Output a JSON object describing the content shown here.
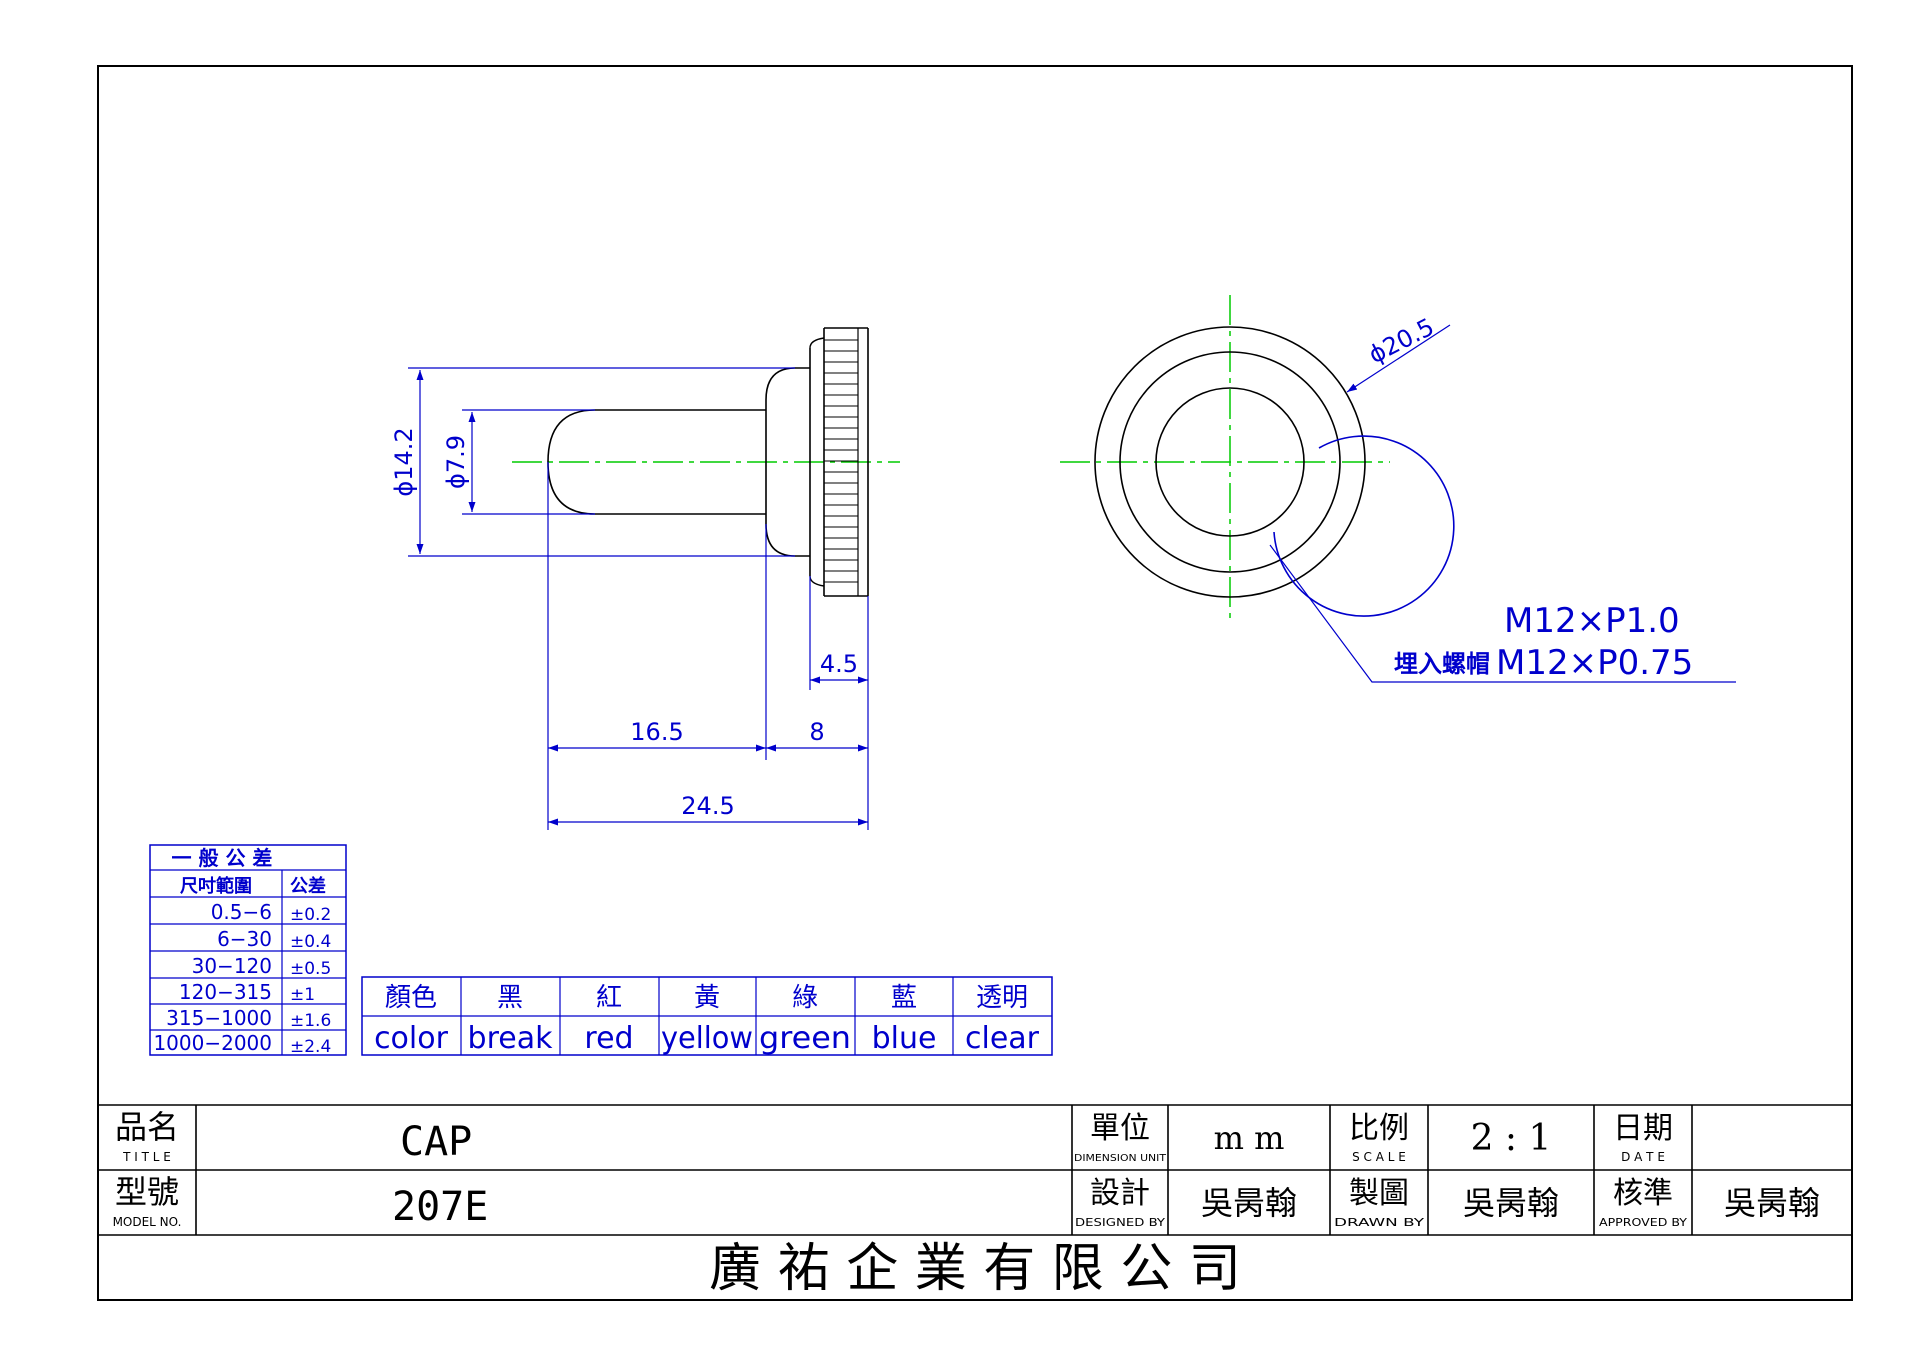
{
  "colors": {
    "line": "#000000",
    "dimension": "#0000cc",
    "centerline": "#00cc00",
    "background": "#ffffff"
  },
  "side_view": {
    "dim_d14_2": "ϕ14.2",
    "dim_d7_9": "ϕ7.9",
    "dim_4_5": "4.5",
    "dim_16_5": "16.5",
    "dim_8": "8",
    "dim_24_5": "24.5"
  },
  "front_view": {
    "dim_d20_5": "ϕ20.5",
    "thread_line1": "M12×P1.0",
    "thread_line2_prefix": "埋入螺帽",
    "thread_line2": "M12×P0.75"
  },
  "tolerance_table": {
    "title": "一 般 公 差",
    "header_range": "尺吋範圍",
    "header_tol": "公差",
    "rows": [
      {
        "range": "0.5−6",
        "tol": "±0.2"
      },
      {
        "range": "6−30",
        "tol": "±0.4"
      },
      {
        "range": "30−120",
        "tol": "±0.5"
      },
      {
        "range": "120−315",
        "tol": "±1"
      },
      {
        "range": "315−1000",
        "tol": "±1.6"
      },
      {
        "range": "1000−2000",
        "tol": "±2.4"
      }
    ]
  },
  "color_table": {
    "zh": [
      "顏色",
      "黑",
      "紅",
      "黃",
      "綠",
      "藍",
      "透明"
    ],
    "en": [
      "color",
      "break",
      "red",
      "yellow",
      "green",
      "blue",
      "clear"
    ]
  },
  "title_block": {
    "title_zh": "品名",
    "title_en": "T I T L E",
    "title_value": "CAP",
    "model_zh": "型號",
    "model_en": "MODEL NO.",
    "model_value": "207E",
    "unit_zh": "單位",
    "unit_en": "DIMENSION UNIT",
    "unit_value": "m m",
    "scale_zh": "比例",
    "scale_en": "S C A L E",
    "scale_value": "2 : 1",
    "date_zh": "日期",
    "date_en": "D A T E",
    "date_value": "",
    "designed_zh": "設計",
    "designed_en": "DESIGNED BY",
    "designed_value": "吳昺翰",
    "drawn_zh": "製圖",
    "drawn_en": "DRAWN   BY",
    "drawn_value": "吳昺翰",
    "approved_zh": "核準",
    "approved_en": "APPROVED  BY",
    "approved_value": "吳昺翰",
    "company": "廣 祐 企 業 有 限 公 司"
  }
}
